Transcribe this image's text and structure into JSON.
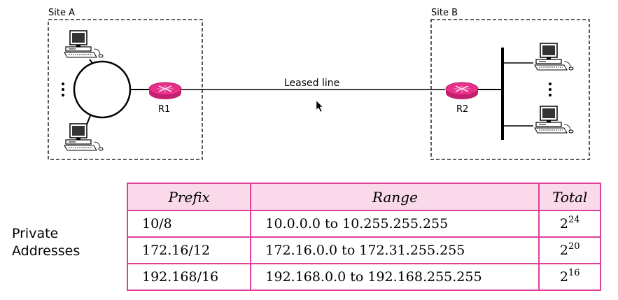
{
  "diagram": {
    "site_a_label": "Site A",
    "site_b_label": "Site B",
    "router_r1_label": "R1",
    "router_r2_label": "R2",
    "link_label": "Leased line",
    "router_color": "#e8308a"
  },
  "side_label": {
    "line1": "Private",
    "line2": "Addresses"
  },
  "table": {
    "headers": {
      "prefix": "Prefix",
      "range": "Range",
      "total": "Total"
    },
    "rows": [
      {
        "prefix": "10/8",
        "range": "10.0.0.0 to 10.255.255.255",
        "total_base": "2",
        "total_exp": "24"
      },
      {
        "prefix": "172.16/12",
        "range": "172.16.0.0 to 172.31.255.255",
        "total_base": "2",
        "total_exp": "20"
      },
      {
        "prefix": "192.168/16",
        "range": "192.168.0.0 to 192.168.255.255",
        "total_base": "2",
        "total_exp": "16"
      }
    ],
    "border_color": "#e0409a",
    "header_bg": "#f9d9ea"
  }
}
